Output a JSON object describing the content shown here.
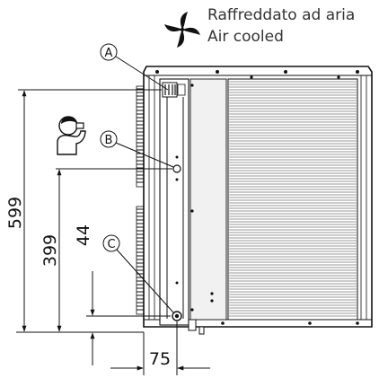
{
  "caption": {
    "line1": "Raffreddato ad aria",
    "line2": "Air cooled",
    "icon": "fan-icon"
  },
  "dimensions": {
    "overall_height": "599",
    "connection_b_height": "399",
    "connection_c_height": "44",
    "side_offset": "75"
  },
  "callouts": {
    "a": "A",
    "b": "B",
    "c": "C"
  },
  "icons": {
    "operator": "person-drinking-icon"
  },
  "colors": {
    "line": "#111111",
    "caption_text": "#333333"
  }
}
